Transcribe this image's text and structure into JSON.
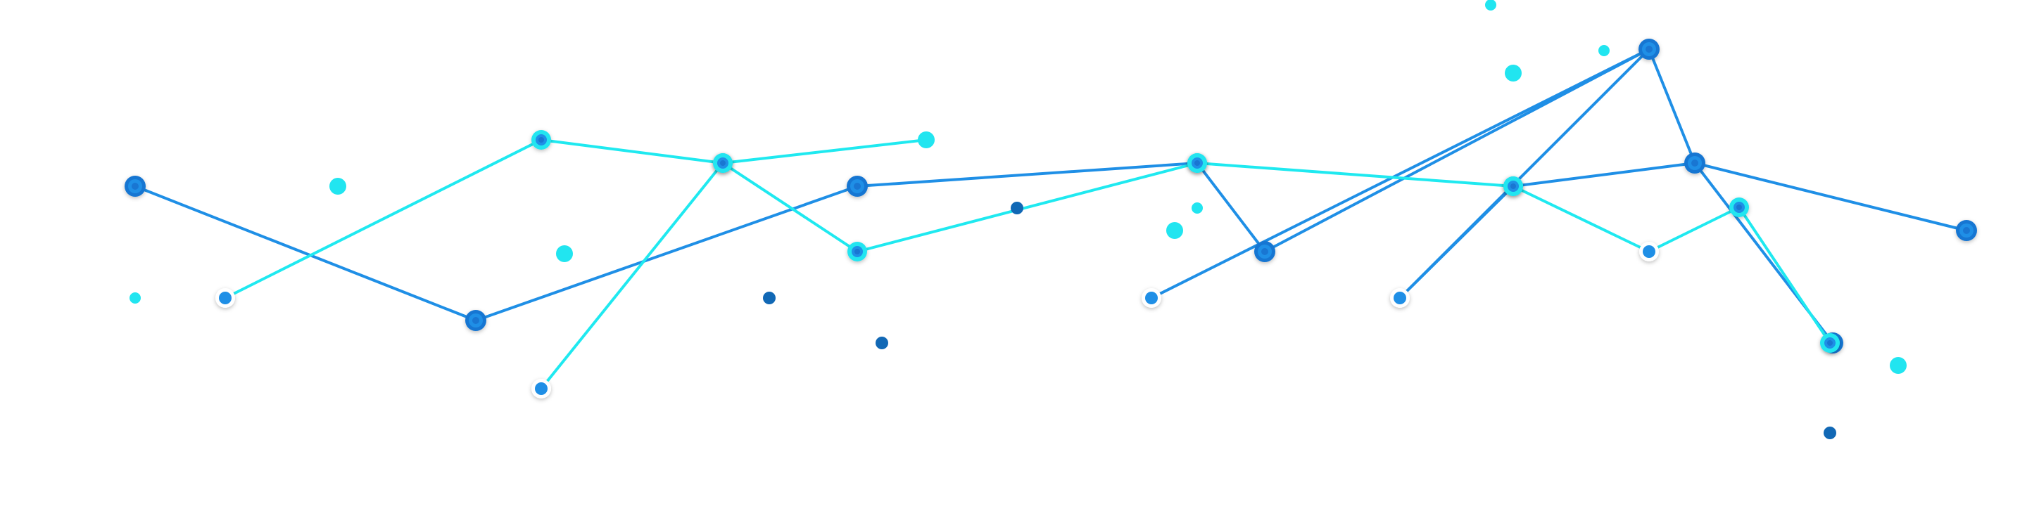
{
  "colors": {
    "background": "#ffffff",
    "line_blue": "#1f8fe6",
    "line_cyan": "#1fe9f0",
    "node_blue": "#1976d2",
    "node_blue_core": "#1f8fe6",
    "node_cyan": "#21e5f0",
    "node_hollow_fill": "#1f8fe6",
    "dot_dark": "#1168b5"
  },
  "graph": {
    "blue_paths": [
      [
        "b1",
        "b2",
        "b3",
        "b4",
        "b5",
        "b6",
        "b7",
        "b8"
      ],
      [
        "b9",
        "b6",
        "b10",
        "b11",
        "b7",
        "b12"
      ]
    ],
    "cyan_paths": [
      [
        "c1",
        "c2",
        "c3",
        "c4",
        "c5",
        "c6",
        "c7",
        "c8",
        "c9"
      ],
      [
        "c10",
        "c11",
        "c3",
        "c12"
      ]
    ]
  }
}
